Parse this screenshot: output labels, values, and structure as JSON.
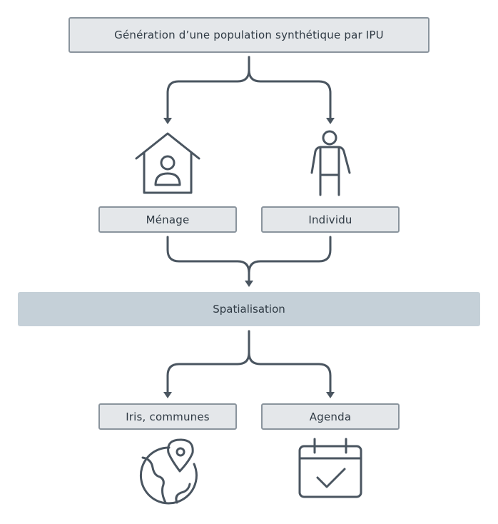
{
  "diagram": {
    "top_box": "Génération d’une population synthétique par IPU",
    "nodes": {
      "household": "Ménage",
      "individual": "Individu",
      "spatialisation": "Spatialisation",
      "iris": "Iris, communes",
      "agenda": "Agenda"
    },
    "icons": {
      "household": "house-person-icon",
      "individual": "person-icon",
      "iris": "globe-location-pin-icon",
      "agenda": "calendar-check-icon"
    },
    "colors": {
      "box_fill": "#e4e7ea",
      "box_border": "#8a949d",
      "band_fill": "#c5d0d8",
      "connector": "#4a5560"
    }
  }
}
